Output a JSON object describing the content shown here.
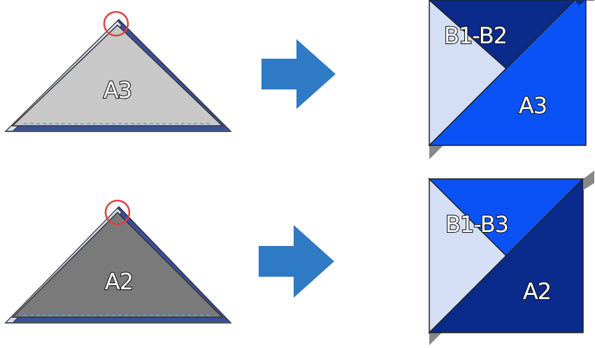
{
  "colors": {
    "light_gray": "#c8c8c8",
    "dark_gray": "#7a7a7a",
    "pale_blue": "#d4dff5",
    "bright_blue": "#0a52f5",
    "navy": "#0a2a8c",
    "arrow_blue": "#2f7ac4",
    "circle_red": "#e04040",
    "dash_blue": "#4aa8e8"
  },
  "steps": [
    {
      "triangle_label": "A3",
      "triangle_color": "#c8c8c8",
      "block_top_label": "B1-B2",
      "block_bottom_label": "A3"
    },
    {
      "triangle_label": "A2",
      "triangle_color": "#7a7a7a",
      "block_top_label": "B1-B3",
      "block_bottom_label": "A2"
    }
  ]
}
